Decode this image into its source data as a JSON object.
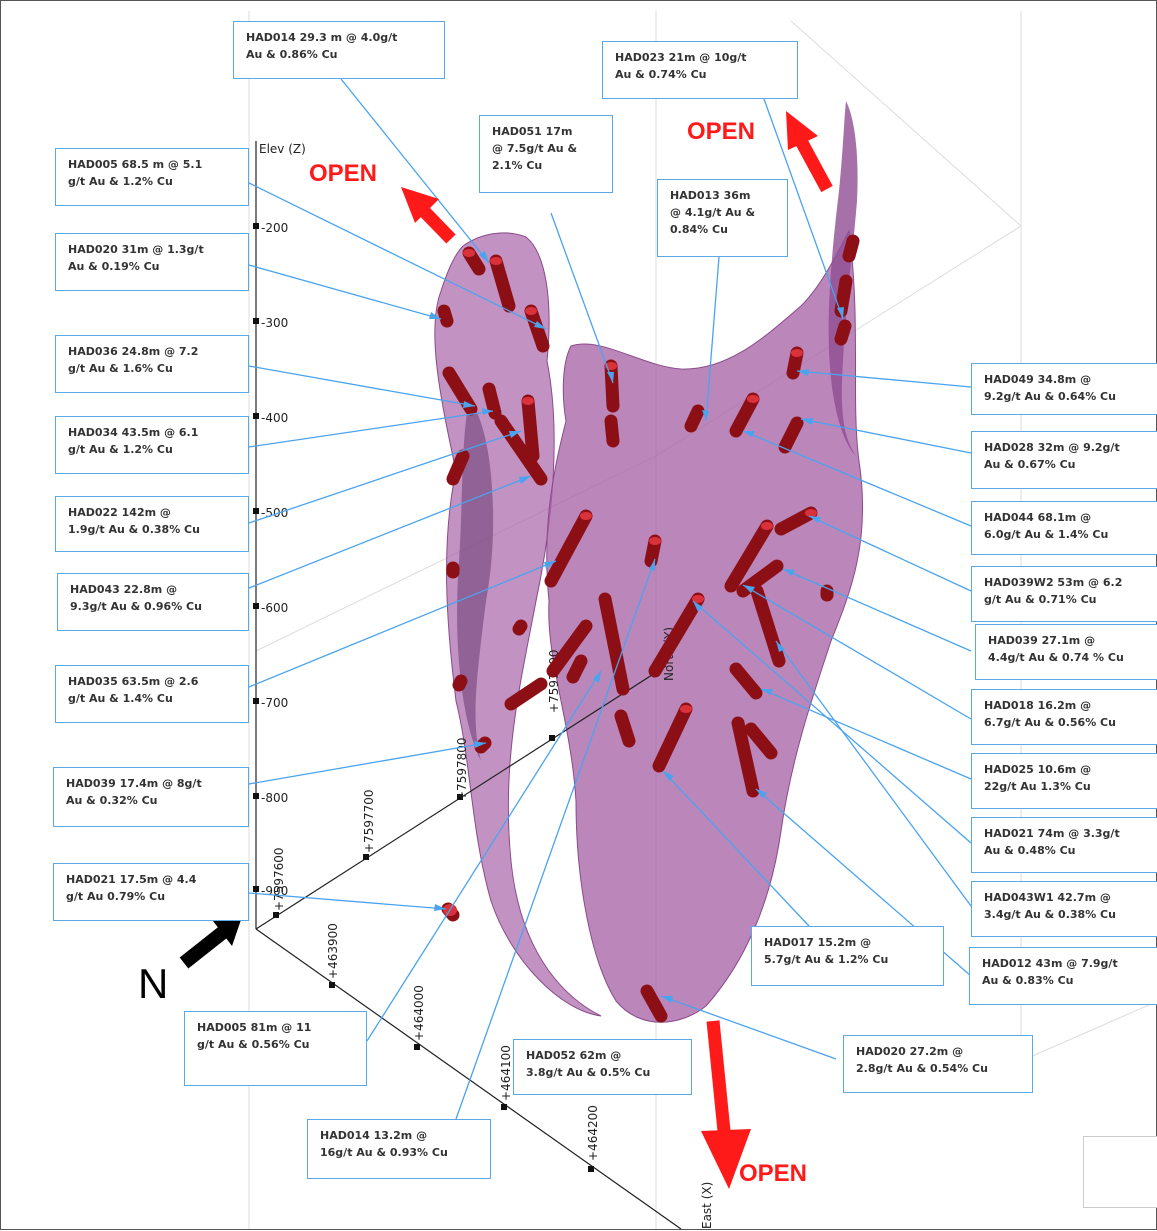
{
  "colors": {
    "orebody": "#a865a8",
    "drill_intercept": "#b3121c",
    "callout_border": "#5aa9e6",
    "leader": "#4aa3ef",
    "open_arrow": "#ff1a1a",
    "north_arrow": "#000000"
  },
  "axes": {
    "elev_label": "Elev (Z)",
    "elev_ticks": [
      "-200",
      "-300",
      "-400",
      "-500",
      "-600",
      "-700",
      "-800",
      "-900"
    ],
    "north_label": "North (Y)",
    "north_ticks": [
      "+7597600",
      "+7597700",
      "+7597800",
      "+7597900"
    ],
    "east_label": "East (X)",
    "east_ticks": [
      "+463900",
      "+464000",
      "+464100",
      "+464200"
    ]
  },
  "north_arrow_label": "N",
  "open_labels": [
    "OPEN",
    "OPEN",
    "OPEN"
  ],
  "callouts": [
    {
      "text": "HAD014 29.3 m @ 4.0g/t\nAu & 0.86% Cu"
    },
    {
      "text": "HAD023 21m @ 10g/t\nAu & 0.74% Cu"
    },
    {
      "text": "HAD051 17m\n@ 7.5g/t Au &\n2.1% Cu"
    },
    {
      "text": "HAD013 36m\n@ 4.1g/t Au &\n0.84% Cu"
    },
    {
      "text": "HAD005 68.5 m @ 5.1\ng/t Au & 1.2% Cu"
    },
    {
      "text": "HAD020 31m @ 1.3g/t\nAu & 0.19% Cu"
    },
    {
      "text": "HAD036 24.8m @ 7.2\ng/t Au & 1.6% Cu"
    },
    {
      "text": "HAD034 43.5m @ 6.1\ng/t Au & 1.2% Cu"
    },
    {
      "text": "HAD022 142m @\n1.9g/t Au & 0.38% Cu"
    },
    {
      "text": "HAD043 22.8m @\n9.3g/t Au & 0.96% Cu"
    },
    {
      "text": "HAD035 63.5m @ 2.6\ng/t Au & 1.4% Cu"
    },
    {
      "text": "HAD039 17.4m @ 8g/t\nAu & 0.32% Cu"
    },
    {
      "text": "HAD021 17.5m @ 4.4\ng/t Au 0.79% Cu"
    },
    {
      "text": "HAD005 81m @ 11\ng/t Au & 0.56% Cu"
    },
    {
      "text": "HAD014 13.2m @\n16g/t Au & 0.93% Cu"
    },
    {
      "text": "HAD052 62m @\n3.8g/t Au & 0.5% Cu"
    },
    {
      "text": "HAD017 15.2m @\n5.7g/t Au & 1.2% Cu"
    },
    {
      "text": "HAD020 27.2m @\n2.8g/t Au & 0.54% Cu"
    },
    {
      "text": "HAD049 34.8m @\n9.2g/t Au & 0.64% Cu"
    },
    {
      "text": "HAD028 32m @ 9.2g/t\nAu & 0.67% Cu"
    },
    {
      "text": "HAD044 68.1m @\n6.0g/t Au & 1.4% Cu"
    },
    {
      "text": "HAD039W2 53m @ 6.2\ng/t Au & 0.71% Cu"
    },
    {
      "text": "HAD039 27.1m @\n4.4g/t Au & 0.74 % Cu"
    },
    {
      "text": "HAD018 16.2m @\n6.7g/t Au & 0.56% Cu"
    },
    {
      "text": "HAD025 10.6m @\n22g/t Au 1.3% Cu"
    },
    {
      "text": "HAD021 74m @ 3.3g/t\nAu & 0.48% Cu"
    },
    {
      "text": "HAD043W1 42.7m @\n3.4g/t Au & 0.38% Cu"
    },
    {
      "text": "HAD012 43m @ 7.9g/t\nAu & 0.83% Cu"
    }
  ]
}
